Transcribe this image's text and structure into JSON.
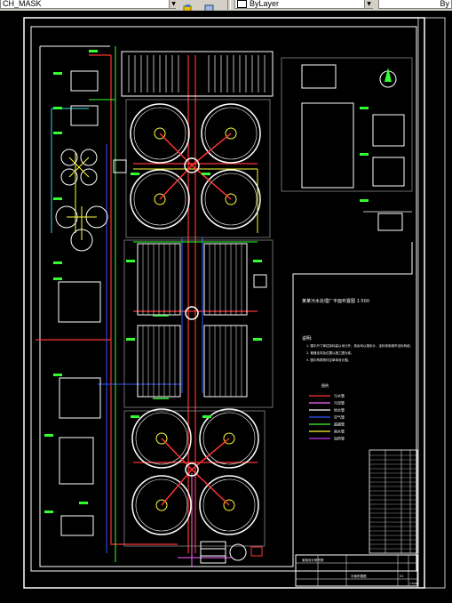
{
  "toolbar": {
    "layer_combo_value": "CH_MASK",
    "linetype_combo_value": "ByLayer",
    "right_combo_value": "By"
  },
  "drawing": {
    "title_text": "某某污水处理厂平面布置图 1:500",
    "notes_heading": "说明:",
    "notes": [
      "1. 图中尺寸单位除标高以米计外，其余均以毫米计，坐标采用城市坐标系统。",
      "2. 管道走向及位置以施工图为准。",
      "3. 图中构筑物详见单体设计图。"
    ],
    "legend_heading": "图例",
    "legend": [
      {
        "label": "污水管",
        "color": "#ff3333"
      },
      {
        "label": "污泥管",
        "color": "#ff66ff"
      },
      {
        "label": "给水管",
        "color": "#ffffff"
      },
      {
        "label": "空气管",
        "color": "#3355ff"
      },
      {
        "label": "超越管",
        "color": "#33ff33"
      },
      {
        "label": "雨水管",
        "color": "#ffff33"
      },
      {
        "label": "加药管",
        "color": "#cc33ff"
      }
    ],
    "title_block": {
      "company": "某某设计研究院",
      "project": "平面布置图",
      "drawing_no": "01",
      "scale": "1:500"
    }
  }
}
